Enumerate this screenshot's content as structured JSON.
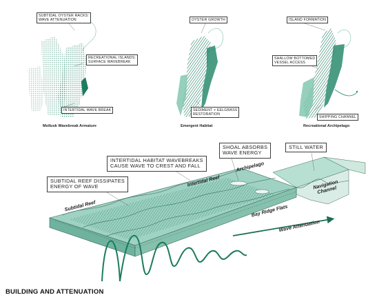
{
  "panels": [
    {
      "caption": "Mollusk Wavebreak Armature",
      "labels": [
        "SUBTIDAL OYSTER RACKS:\nWAVE ATTENUATION",
        "RECREATIONAL ISLANDS:\nSURFACE WAVEBREAK",
        "INTERTIDAL WAVE BREAK"
      ]
    },
    {
      "caption": "Emergent Habitat",
      "labels": [
        "OYSTER GROWTH",
        "SEDIMENT + EELGRASS\nRESTORATION"
      ]
    },
    {
      "caption": "Recreational Archipelago",
      "labels": [
        "ISLAND FORMATION",
        "SHALLOW BOTTOMED\nVESSEL ACCESS",
        "SHIPPING CHANNEL"
      ]
    }
  ],
  "main": {
    "callouts": [
      "SUBTIDAL REEF DISSIPATES\nENERGY OF WAVE",
      "INTERTIDAL HABITAT WAVEBREAKS\nCAUSE WAVE TO CREST AND FALL",
      "SHOAL ABSORBS\nWAVE ENERGY",
      "STILL WATER"
    ],
    "zones": [
      "Subtidal Reef",
      "Intertidal Reef",
      "Archipelago",
      "Navigation\nChannel",
      "Bay Ridge Flats"
    ],
    "wave_label": "Wave Attenuation"
  },
  "title": "BUILDING AND ATTENUATION",
  "colors": {
    "water": "#9fd2c2",
    "reef": "#1e7b5f",
    "accent": "#1a8a6a",
    "dark": "#333333"
  }
}
